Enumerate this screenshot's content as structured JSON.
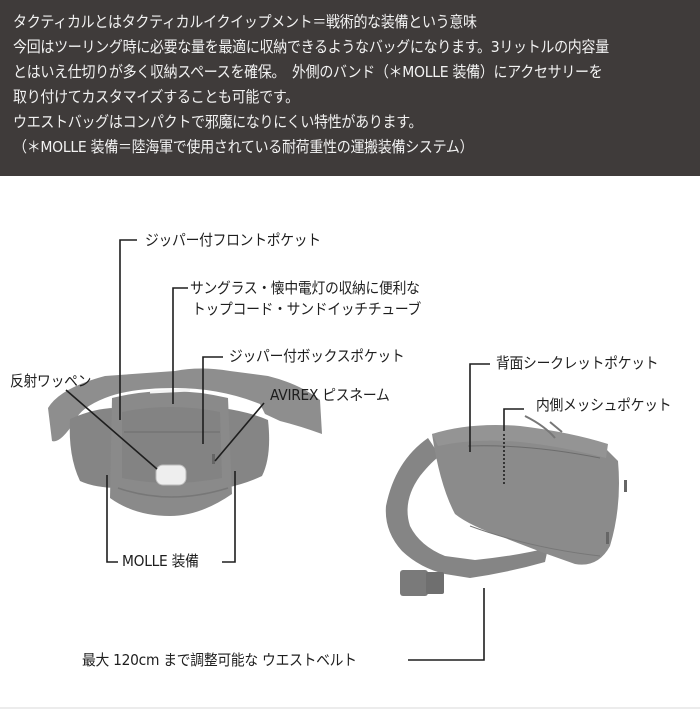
{
  "description": {
    "lines": [
      "タクティカルとはタクティカルイクイップメント＝戦術的な装備という意味",
      "今回はツーリング時に必要な量を最適に収納できるようなバッグになります。3リットルの内容量",
      "とはいえ仕切りが多く収納スペースを確保。　外側のバンド（＊MOLLE 装備）にアクセサリーを",
      "取り付けてカスタマイズすることも可能です。",
      "ウエストバッグはコンパクトで邪魔になりにくい特性があります。",
      "（＊MOLLE 装備＝陸海軍で使用されている耐荷重性の運搬装備システム）"
    ],
    "background_color": "#3f3b3a",
    "text_color": "#f2f2f2"
  },
  "front_view": {
    "labels": {
      "zipper_front_pocket": "ジッパー付フロントポケット",
      "top_cord_line1": "サングラス・懐中電灯の収納に便利な",
      "top_cord_line2": "トップコード・サンドイッチチューブ",
      "zipper_box_pocket": "ジッパー付ボックスポケット",
      "reflective_patch": "反射ワッペン",
      "avirex_name": "AVIREX ピスネーム",
      "molle": "MOLLE 装備"
    }
  },
  "back_view": {
    "labels": {
      "back_secret_pocket": "背面シークレットポケット",
      "inner_mesh_pocket": "内側メッシュポケット",
      "waist_belt": "最大 120cm まで調整可能な ウエストベルト"
    }
  },
  "colors": {
    "bag_gray": "#8a8a8a",
    "bag_dark": "#747474",
    "leader_line": "#1e1e1e"
  }
}
